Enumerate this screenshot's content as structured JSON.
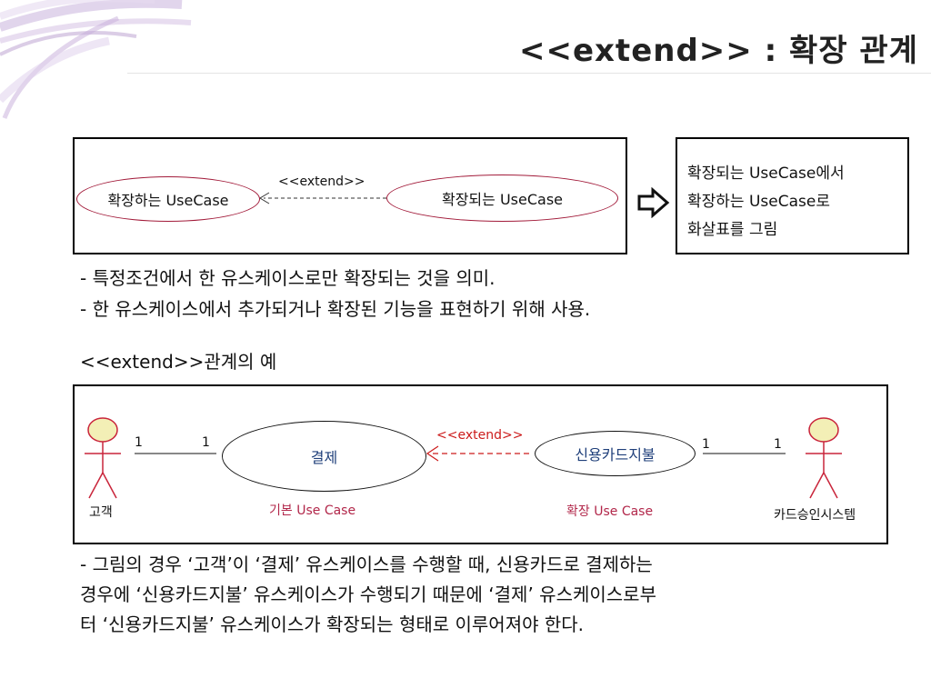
{
  "title": "<<extend>> : 확장 관계",
  "diagram1": {
    "extending_usecase": "확장하는 UseCase",
    "extended_usecase": "확장되는 UseCase",
    "stereotype": "<<extend>>"
  },
  "note_box": {
    "lines": [
      "확장되는 UseCase에서",
      "확장하는 UseCase로",
      "화살표를 그림"
    ]
  },
  "bullets": [
    "- 특정조건에서 한 유스케이스로만 확장되는 것을 의미.",
    "- 한 유스케이스에서 추가되거나 확장된 기능을 표현하기 위해 사용."
  ],
  "example_heading": "<<extend>>관계의 예",
  "diagram2": {
    "actor_left": "고객",
    "actor_right": "카드승인시스템",
    "usecase_base": "결제",
    "usecase_ext": "신용카드지불",
    "stereotype": "<<extend>>",
    "mult_left_1": "1",
    "mult_left_2": "1",
    "mult_right_1": "1",
    "mult_right_2": "1",
    "base_label": "기본 Use Case",
    "ext_label": "확장 Use Case",
    "accent_red": "#cc1b1b",
    "actor_fill": "#f3efb6"
  },
  "paragraph": [
    "- 그림의 경우 ‘고객’이 ‘결제’ 유스케이스를 수행할 때, 신용카드로 결제하는",
    "경우에 ‘신용카드지불’ 유스케이스가 수행되기 때문에 ‘결제’ 유스케이스로부",
    "터 ‘신용카드지불’ 유스케이스가 확장되는 형태로 이루어져야 한다."
  ]
}
